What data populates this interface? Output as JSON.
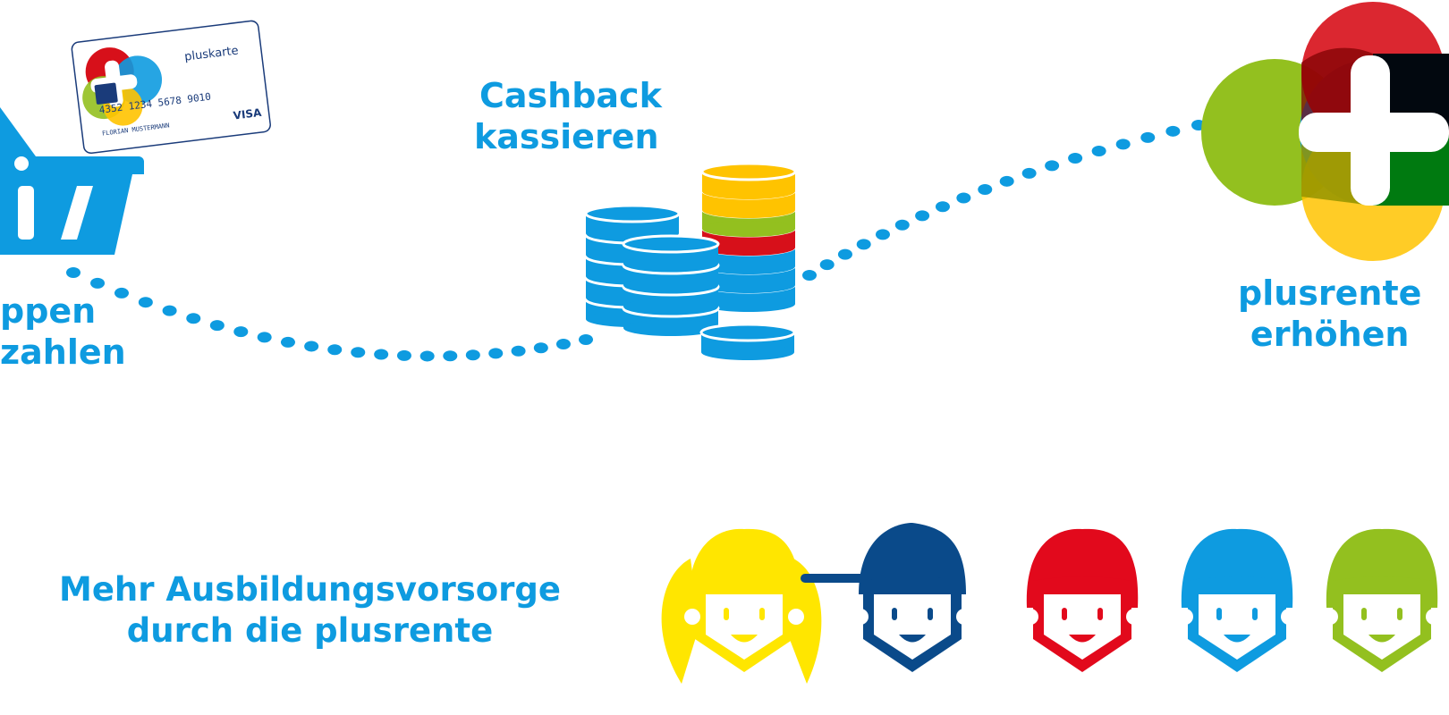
{
  "steps": {
    "shop": {
      "line1": "ppen",
      "line2": "zahlen"
    },
    "cashback": {
      "line1": "Cashback",
      "line2": "kassieren"
    },
    "plusrente": {
      "line1": "plusrente",
      "line2": "erhöhen"
    }
  },
  "education": {
    "line1": "Mehr Ausbildungsvorsorge",
    "line2": "durch die plusrente"
  },
  "card": {
    "brand": "pluskarte",
    "number": "4352 1234 5678 9010",
    "holder": "FLORIAN MUSTERMANN",
    "network": "VISA"
  },
  "colors": {
    "accent": "#0e9be0",
    "red": "#d7101a",
    "green": "#93c01f",
    "yellow": "#ffc300",
    "navy": "#0a4a8a",
    "kids": [
      "#ffe600",
      "#0a4a8a",
      "#e2091c",
      "#0e9be0",
      "#93c01f"
    ]
  },
  "icons": [
    "shopping-basket-icon",
    "credit-card-icon",
    "coin-stacks-icon",
    "plus-logo-icon",
    "kids-faces-icon"
  ]
}
